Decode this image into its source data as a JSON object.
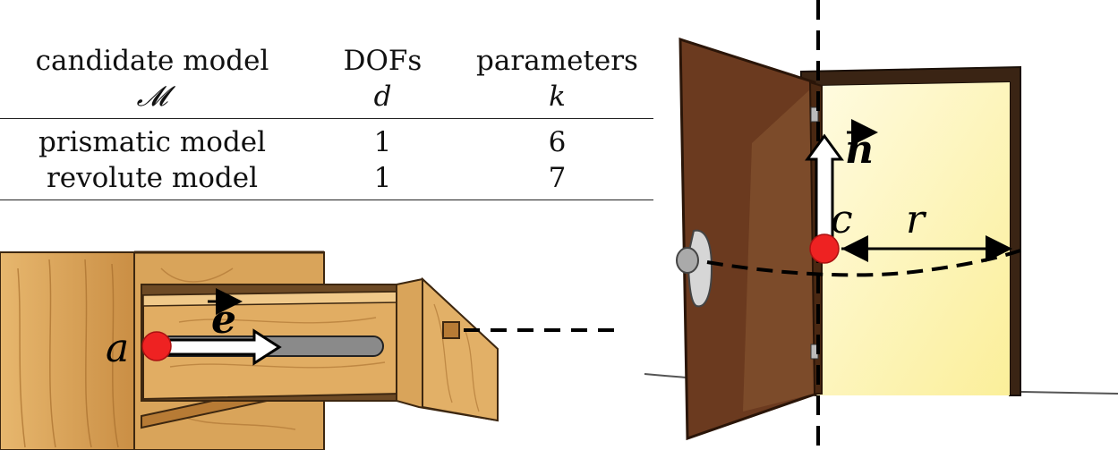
{
  "table": {
    "headers": [
      {
        "label": "candidate model",
        "symbol": "𝓜"
      },
      {
        "label": "DOFs",
        "symbol": "d"
      },
      {
        "label": "parameters",
        "symbol": "k"
      }
    ],
    "rows": [
      {
        "model": "prismatic model",
        "dofs": "1",
        "params": "6"
      },
      {
        "model": "revolute model",
        "dofs": "1",
        "params": "7"
      }
    ]
  },
  "drawer": {
    "point_label": "a",
    "vector_label": "e",
    "point_color": "#ee2222",
    "wood_color": "#d9a45a"
  },
  "door": {
    "point_label": "c",
    "vector_label": "n",
    "radius_label": "r",
    "point_color": "#ee2222",
    "door_color": "#6b3a1f",
    "frame_color": "#3a2414",
    "light_color": "#fff6bd"
  }
}
